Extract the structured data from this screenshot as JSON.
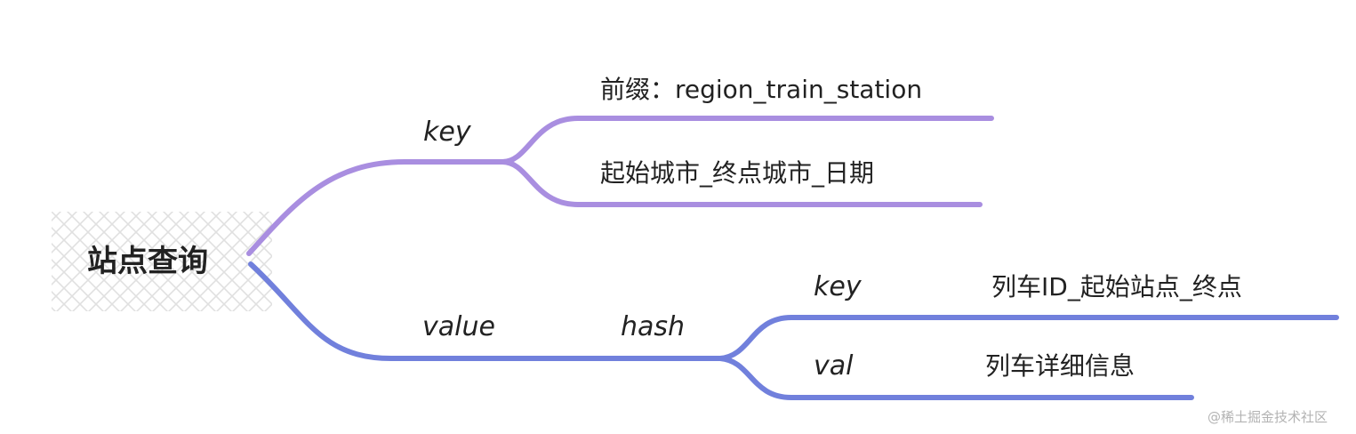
{
  "root": {
    "label": "站点查询"
  },
  "branches": {
    "key": {
      "label": "key",
      "color": "#a98ee0",
      "items": {
        "prefix": "前缀：region_train_station",
        "format": "起始城市_终点城市_日期"
      }
    },
    "value": {
      "label": "value",
      "color": "#7180dc",
      "hash": {
        "label": "hash",
        "key": {
          "label": "key",
          "text": "列车ID_起始站点_终点"
        },
        "val": {
          "label": "val",
          "text": "列车详细信息"
        }
      }
    }
  },
  "watermark": "@稀土掘金技术社区"
}
